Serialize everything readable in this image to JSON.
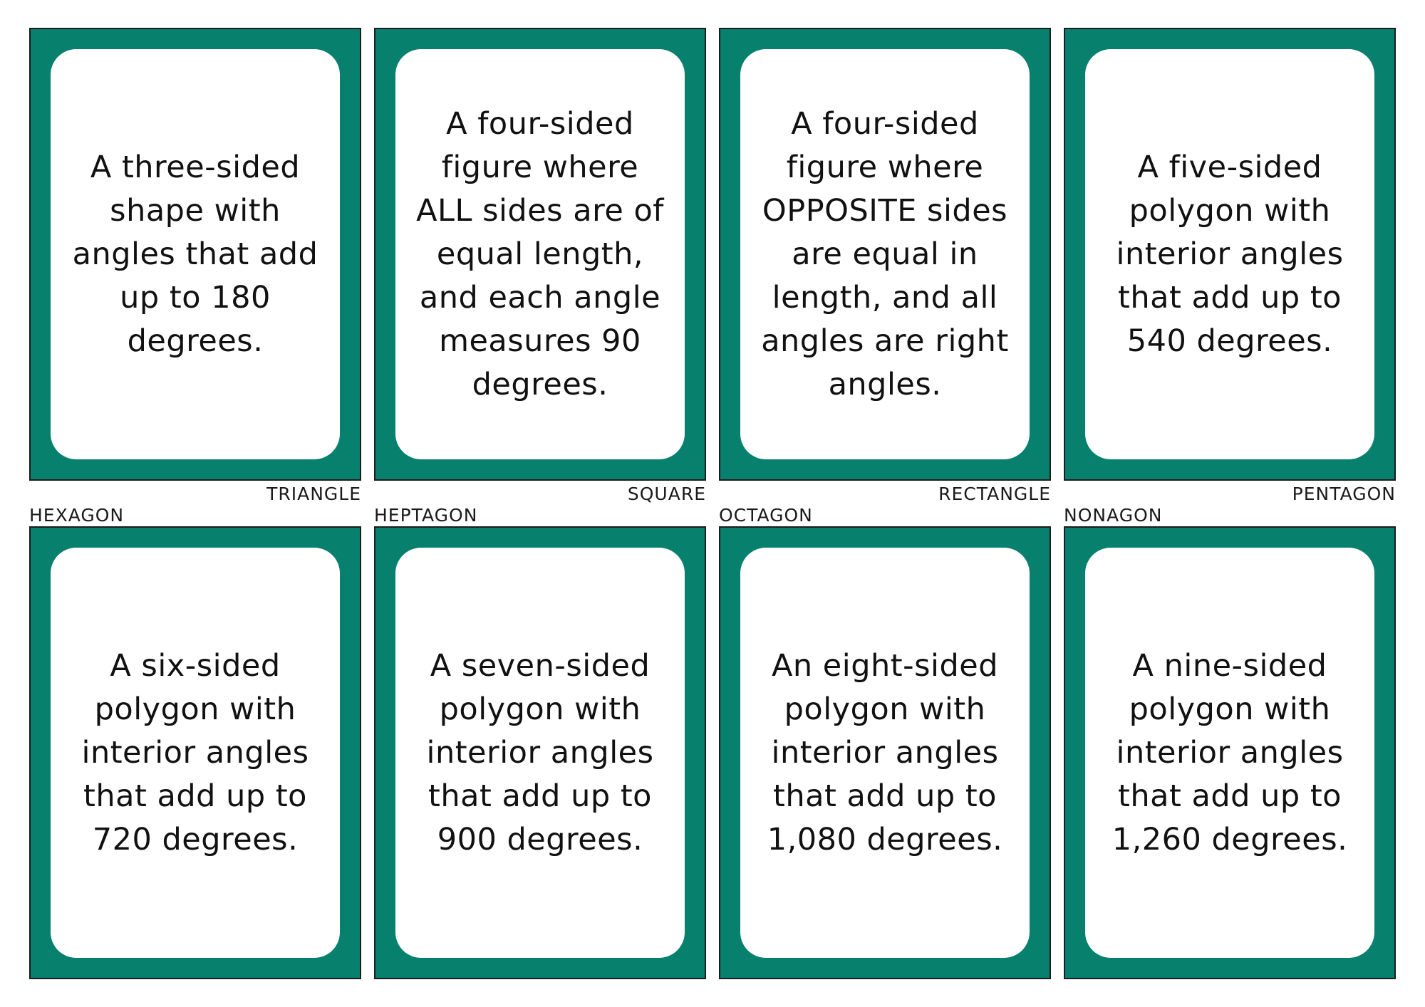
{
  "colors": {
    "card_border": "#08806e",
    "card_face": "#ffffff",
    "text": "#111111"
  },
  "top_row": [
    {
      "text": "A three-sided\nshape with\nangles that add\nup to 180\ndegrees.",
      "answer_label": "TRIANGLE"
    },
    {
      "text": "A four-sided\nfigure where\nALL sides are of\nequal length,\nand each angle\nmeasures 90\ndegrees.",
      "answer_label": "SQUARE"
    },
    {
      "text": "A four-sided\nfigure where\nOPPOSITE sides\nare equal in\nlength, and all\nangles are right\nangles.",
      "answer_label": "RECTANGLE"
    },
    {
      "text": "A five-sided\npolygon with\ninterior angles\nthat add up to\n540 degrees.",
      "answer_label": "PENTAGON"
    }
  ],
  "bottom_row": [
    {
      "text": "A six-sided\npolygon with\ninterior angles\nthat add up to\n720 degrees.",
      "answer_label": "HEXAGON"
    },
    {
      "text": "A seven-sided\npolygon with\ninterior angles\nthat add up to\n900 degrees.",
      "answer_label": "HEPTAGON"
    },
    {
      "text": "An eight-sided\npolygon with\ninterior angles\nthat add up to\n1,080 degrees.",
      "answer_label": "OCTAGON"
    },
    {
      "text": "A nine-sided\npolygon with\ninterior angles\nthat add up to\n1,260 degrees.",
      "answer_label": "NONAGON"
    }
  ]
}
